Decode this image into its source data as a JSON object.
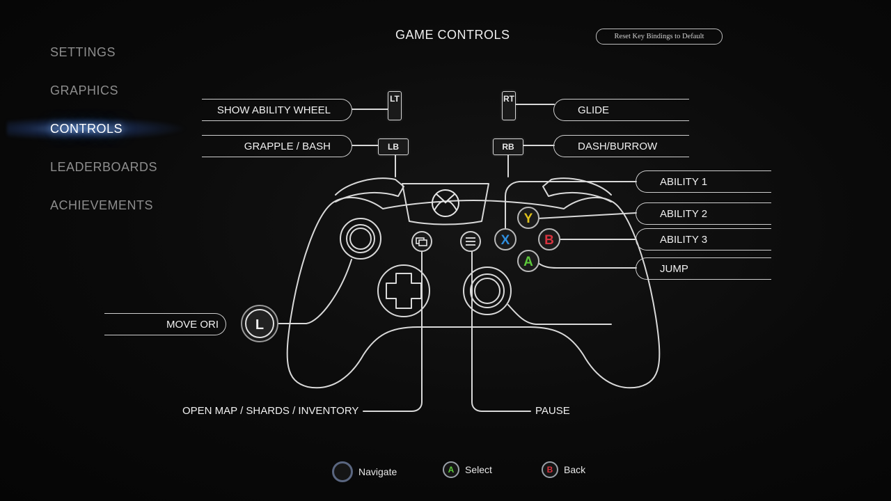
{
  "menu": {
    "items": [
      {
        "label": "SETTINGS"
      },
      {
        "label": "GRAPHICS"
      },
      {
        "label": "CONTROLS"
      },
      {
        "label": "LEADERBOARDS"
      },
      {
        "label": "ACHIEVEMENTS"
      }
    ],
    "active": "CONTROLS"
  },
  "header": {
    "title": "GAME CONTROLS",
    "reset_label": "Reset Key Bindings to Default"
  },
  "keys": {
    "lt": "LT",
    "rt": "RT",
    "lb": "LB",
    "rb": "RB",
    "left_stick": "L",
    "y": "Y",
    "b": "B",
    "x": "X",
    "a": "A"
  },
  "bindings": {
    "lt": "SHOW ABILITY WHEEL",
    "lb": "GRAPPLE / BASH",
    "rt": "GLIDE",
    "rb": "DASH/BURROW",
    "x": "ABILITY 1",
    "y": "ABILITY 2",
    "b": "ABILITY 3",
    "a": "JUMP",
    "left_stick": "MOVE ORI",
    "view": "OPEN MAP / SHARDS / INVENTORY",
    "menu": "PAUSE"
  },
  "hints": {
    "navigate": "Navigate",
    "select": "Select",
    "back": "Back",
    "select_key": "A",
    "back_key": "B"
  },
  "colors": {
    "a": "#5cc93a",
    "b": "#d8333f",
    "x": "#2f8fe0",
    "y": "#e0c21c"
  }
}
